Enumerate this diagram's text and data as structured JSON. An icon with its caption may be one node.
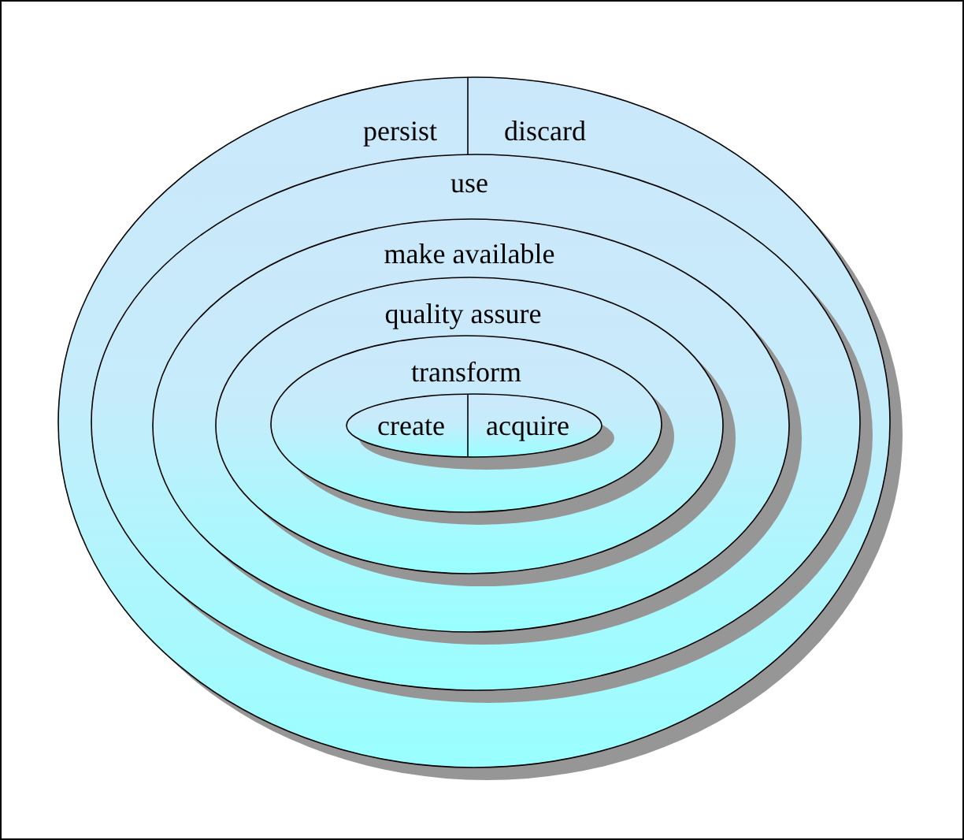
{
  "diagram": {
    "nodes": [
      {
        "text": [
          "persist",
          "discard"
        ]
      },
      {
        "text": [
          "use"
        ],
        "in": 0
      },
      {
        "text": [
          "make available"
        ],
        "in": 1
      },
      {
        "text": [
          "quality assure"
        ],
        "in": 2
      },
      {
        "text": [
          "transform"
        ],
        "in": 3
      },
      {
        "text": [
          "create",
          "acquire"
        ],
        "in": 4
      }
    ],
    "edges": []
  }
}
